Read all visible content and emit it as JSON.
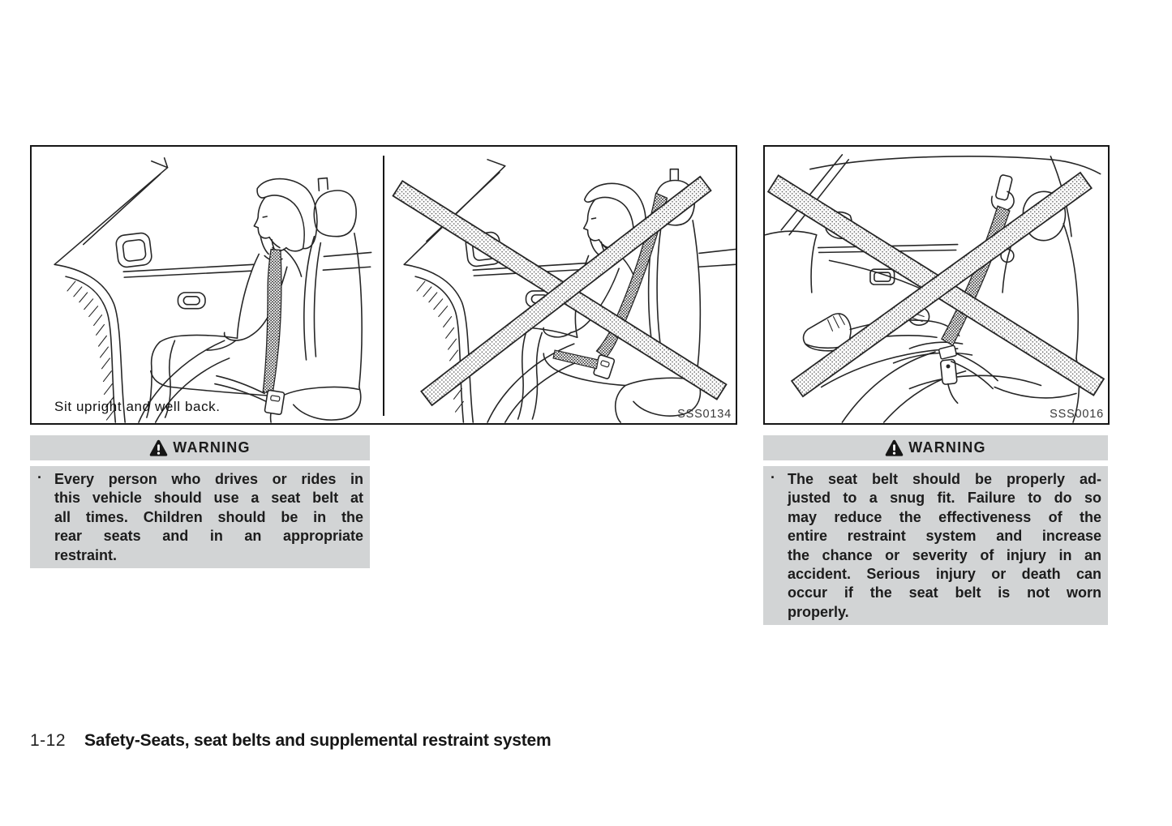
{
  "page": {
    "footer": {
      "page_number": "1-12",
      "section_title": "Safety-Seats, seat belts and supplemental restraint system"
    }
  },
  "figures": {
    "posture_panel": {
      "caption": "Sit upright and well back.",
      "code": "SSS0134"
    },
    "belt_panel": {
      "code": "SSS0016"
    }
  },
  "warnings": {
    "bullet": "·",
    "left": {
      "title": "WARNING",
      "icon": "warning-triangle",
      "lines": [
        "Every person who drives or rides in",
        "this vehicle should use a seat belt at",
        "all times. Children should be in the",
        "rear seats and in an appropriate",
        "restraint."
      ]
    },
    "right": {
      "title": "WARNING",
      "icon": "warning-triangle",
      "lines": [
        "The seat belt should be properly ad-",
        "justed to a snug fit. Failure to do so",
        "may reduce the effectiveness of the",
        "entire restraint system and increase",
        "the chance or severity of injury in an",
        "accident. Serious injury or death can",
        "occur if the seat belt is not worn",
        "properly."
      ]
    }
  },
  "colors": {
    "panel_gray": "#d2d4d5",
    "ink": "#1c1c1c"
  }
}
